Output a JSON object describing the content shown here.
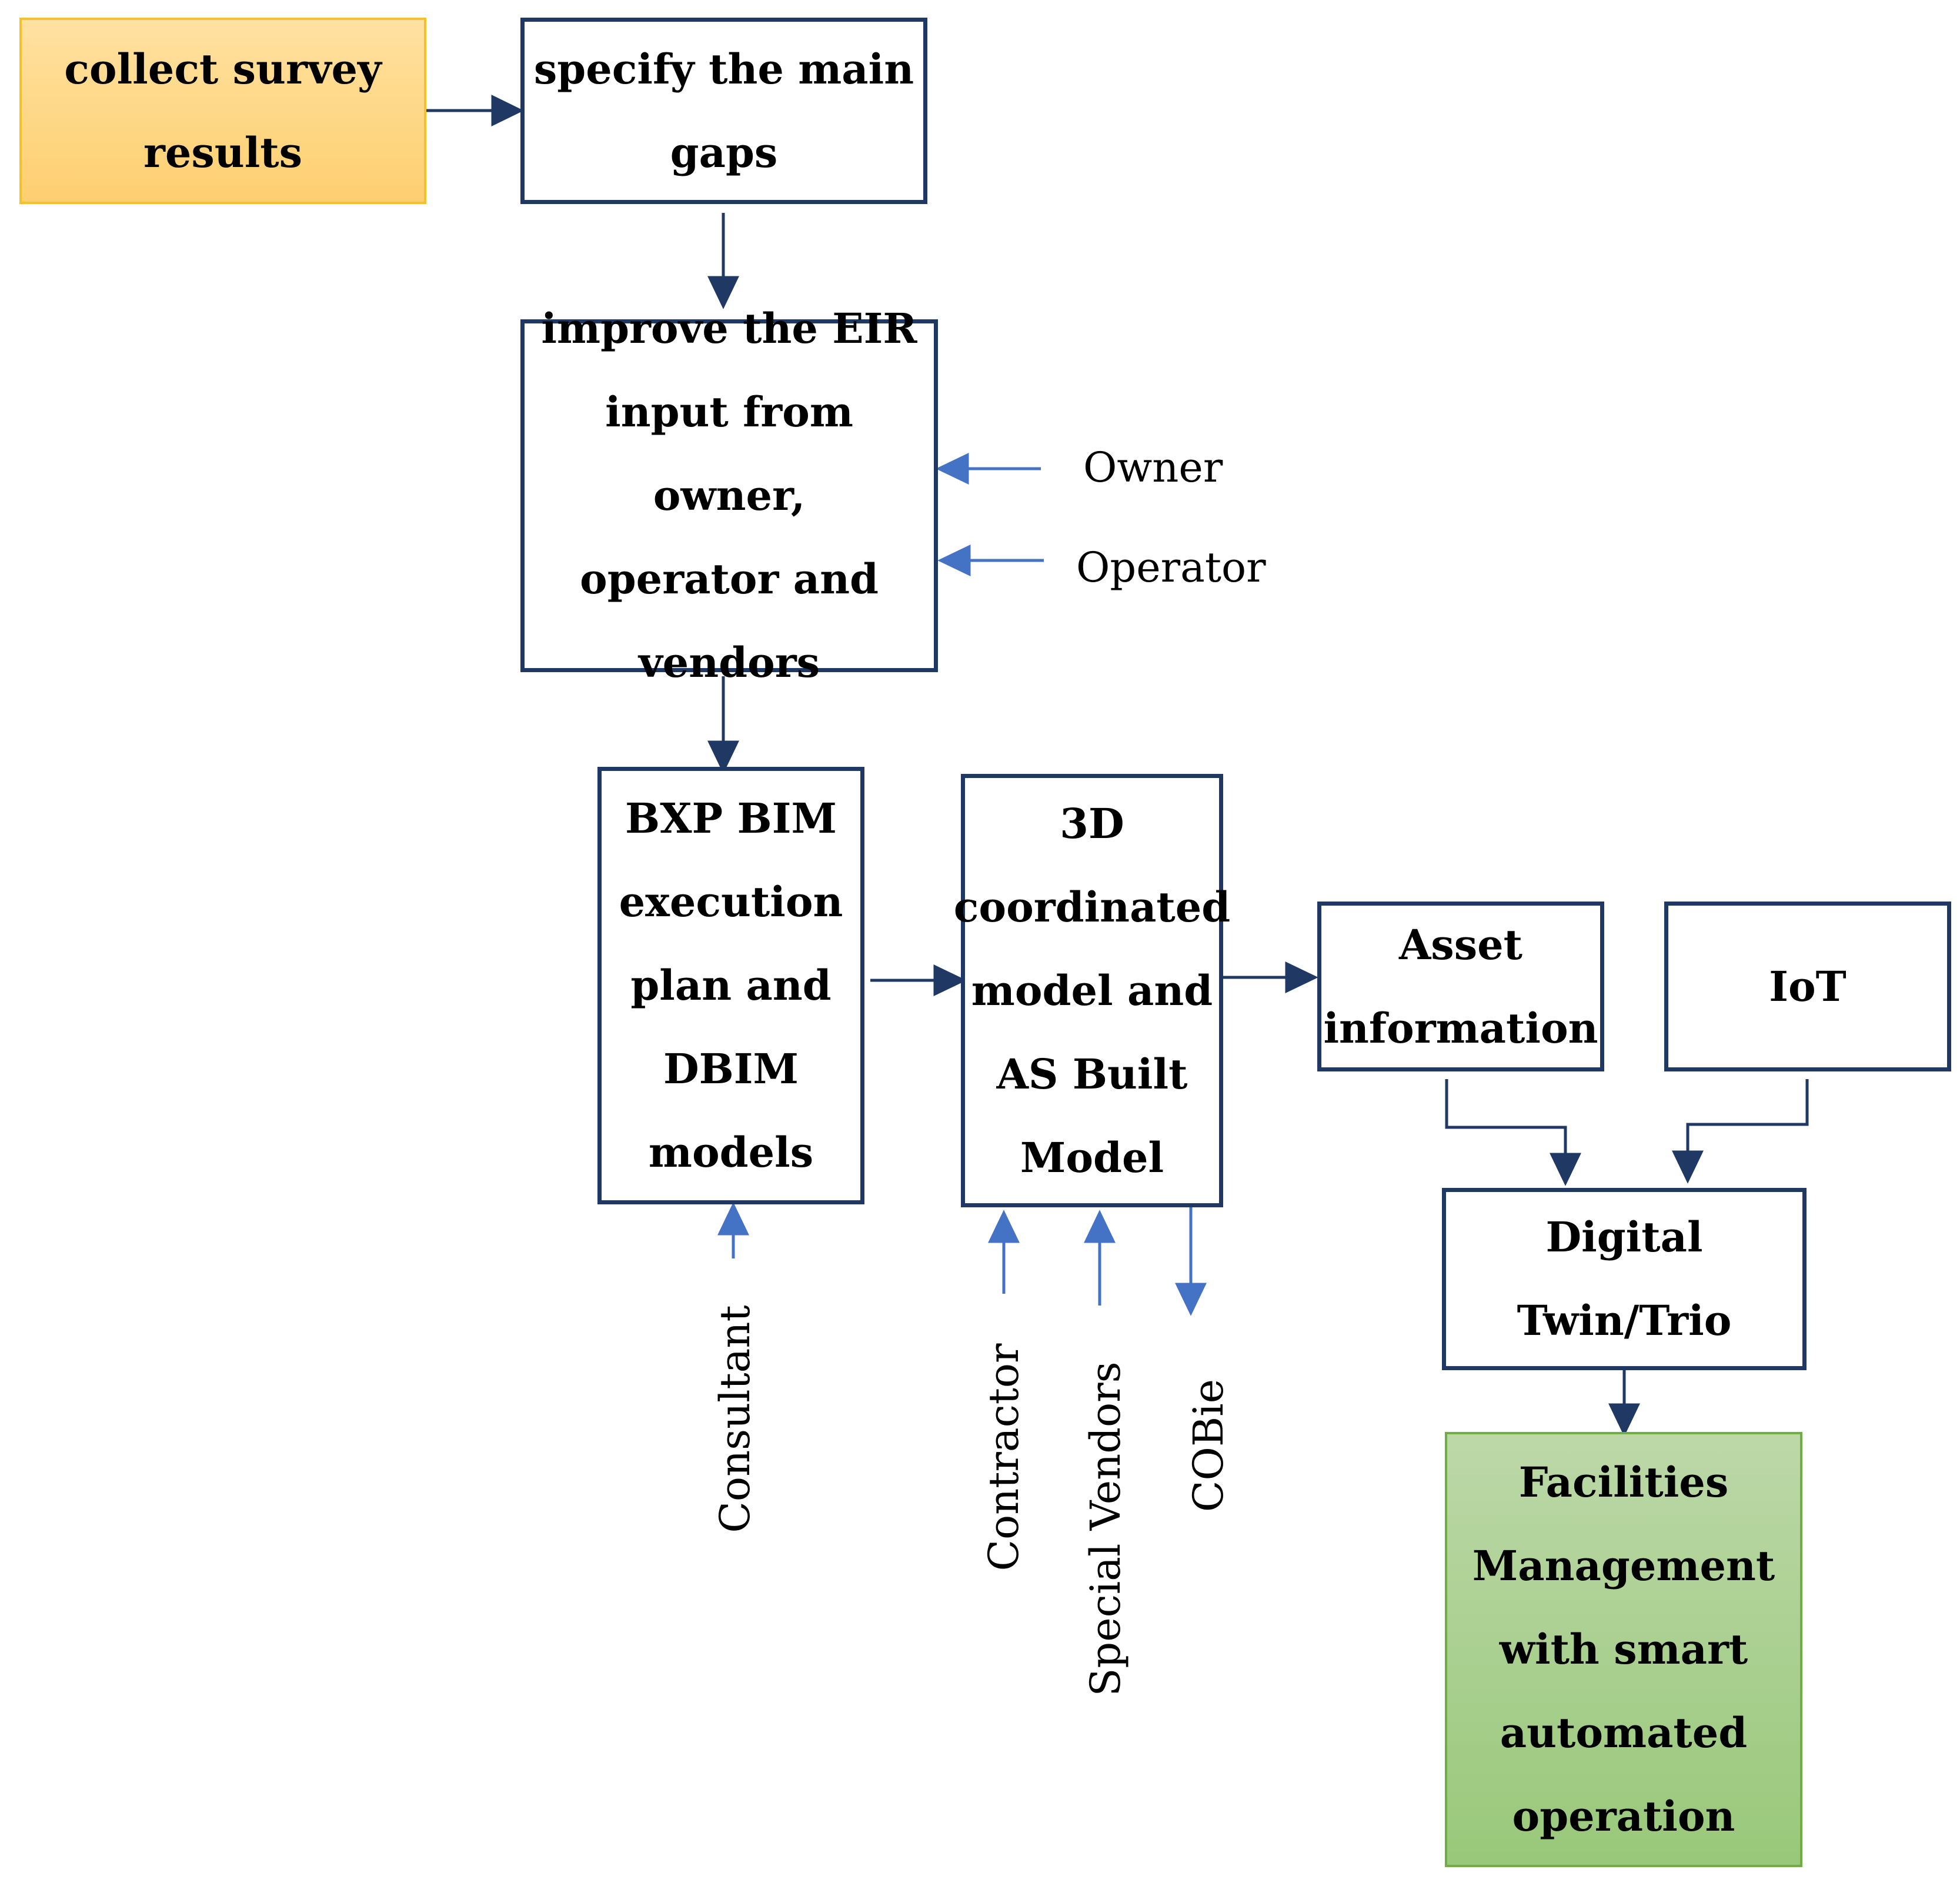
{
  "colors": {
    "arrow_dark": "#1f3864",
    "arrow_light": "#4472c4",
    "box_border": "#1f3864",
    "start_fill": "#fed582",
    "start_border": "#f5c12a",
    "end_fill": "#a9d08e",
    "end_border": "#70ad47"
  },
  "nodes": {
    "collect": "collect survey\nresults",
    "gaps": "specify the main\ngaps",
    "eir": "improve the EIR\ninput from owner,\noperator and\nvendors",
    "bxp": "BXP BIM\nexecution\nplan and\nDBIM\nmodels",
    "model3d": "3D\ncoordinated\nmodel and\nAS Built\nModel",
    "asset": "Asset\ninformation",
    "iot": "IoT",
    "digital_twin": "Digital\nTwin/Trio",
    "fm": "Facilities\nManagement\nwith smart\nautomated\noperation"
  },
  "inputs": {
    "owner": "Owner",
    "operator": "Operator",
    "consultant": "Consultant",
    "contractor": "Contractor",
    "special_vendors": "Special Vendors",
    "cobie": "COBie"
  }
}
